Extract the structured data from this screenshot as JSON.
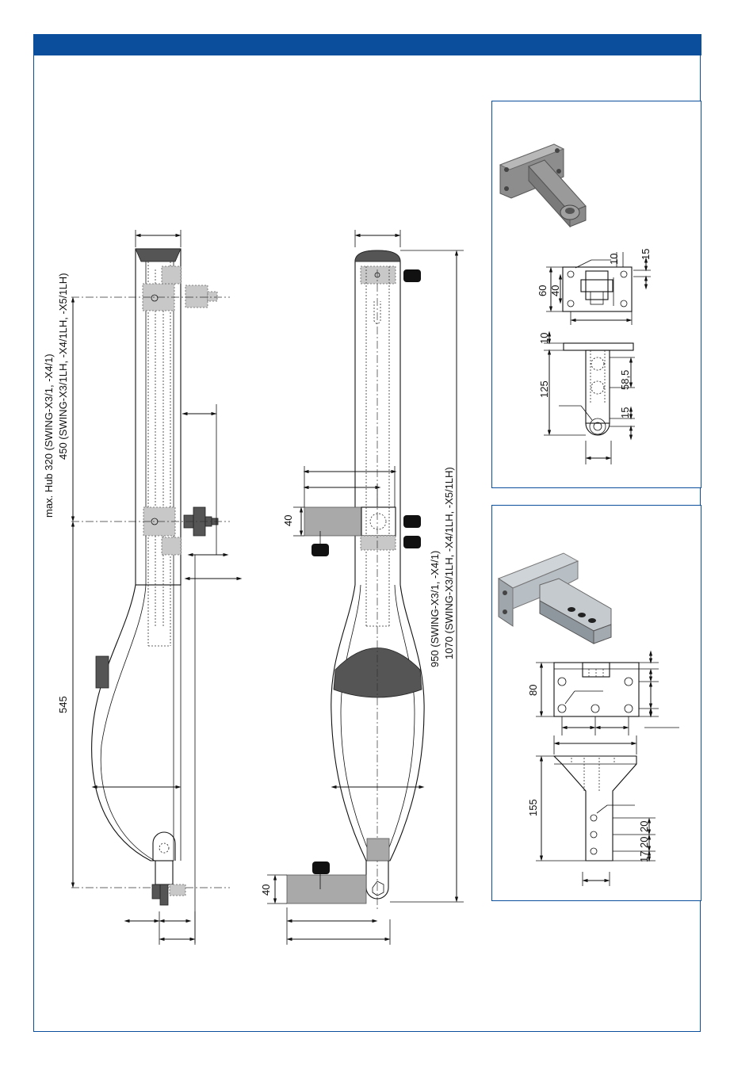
{
  "drawing": {
    "stroke_label": "max. Hub  320 (SWING-X3/1, -X4/1)",
    "stroke_label_2": "450 (SWING-X3/1LH, -X4/1LH, -X5/1LH)",
    "side_length": "545",
    "front_length": "950 (SWING-X3/1, -X4/1)",
    "front_length_2": "1070 (SWING-X3/1LH, -X4/1LH, -X5/1LH)",
    "bracket_height_front": "40",
    "bracket_height_rear": "40"
  },
  "post_bracket": {
    "dim_10_top": "10",
    "dim_15_top": "15",
    "dim_60": "60",
    "dim_40": "40",
    "dim_10_side": "10",
    "dim_125": "125",
    "dim_58_5": "58,5",
    "dim_15_side": "15"
  },
  "wing_bracket": {
    "dim_80": "80",
    "dim_155": "155",
    "dim_20_a": "20",
    "dim_20_b": "20",
    "dim_17": "17"
  },
  "colors": {
    "header": "#0b4f9c",
    "frame": "#0b4f9c",
    "part_grey": "#a9a9a9",
    "part_dark": "#555555"
  }
}
